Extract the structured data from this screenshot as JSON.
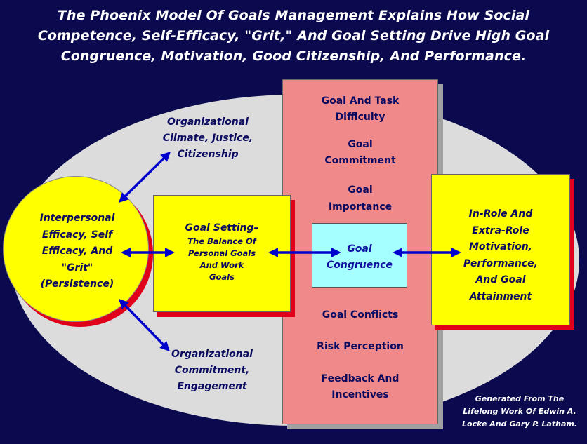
{
  "title": {
    "line1": "The Phoenix Model Of Goals Management Explains How Social",
    "line2": "Competence, Self-Efficacy, \"Grit,\" And Goal Setting Drive High Goal",
    "line3": "Congruence, Motivation, Good Citizenship, And Performance."
  },
  "circle": {
    "line1": "Interpersonal",
    "line2": "Efficacy, Self",
    "line3": "Efficacy, And",
    "line4": "\"Grit\"",
    "line5": "(Persistence)"
  },
  "climate": {
    "line1": "Organizational",
    "line2": "Climate, Justice,",
    "line3": "Citizenship"
  },
  "commitment": {
    "line1": "Organizational",
    "line2": "Commitment,",
    "line3": "Engagement"
  },
  "goal_setting": {
    "heading": "Goal Setting–",
    "line1": "The Balance Of",
    "line2": "Personal Goals",
    "line3": "And Work",
    "line4": "Goals"
  },
  "pink_top": {
    "item1_line1": "Goal And Task",
    "item1_line2": "Difficulty",
    "item2_line1": "Goal",
    "item2_line2": "Commitment",
    "item3_line1": "Goal",
    "item3_line2": "Importance"
  },
  "congruence": {
    "line1": "Goal",
    "line2": "Congruence"
  },
  "pink_bottom": {
    "item1": "Goal Conflicts",
    "item2": "Risk Perception",
    "item3_line1": "Feedback And",
    "item3_line2": "Incentives"
  },
  "outcome": {
    "line1": "In-Role And",
    "line2": "Extra-Role",
    "line3": "Motivation,",
    "line4": "Performance,",
    "line5": "And Goal",
    "line6": "Attainment"
  },
  "credit": {
    "line1": "Generated From The",
    "line2": "Lifelong Work Of Edwin A.",
    "line3": "Locke And Gary P. Latham."
  },
  "colors": {
    "background": "#0b0a4e",
    "ellipse": "#dcdcdc",
    "pink": "#f08a8a",
    "yellow": "#ffff00",
    "cyan": "#a6ffff",
    "shadow_red": "#e0001a",
    "arrow": "#0000cc"
  }
}
